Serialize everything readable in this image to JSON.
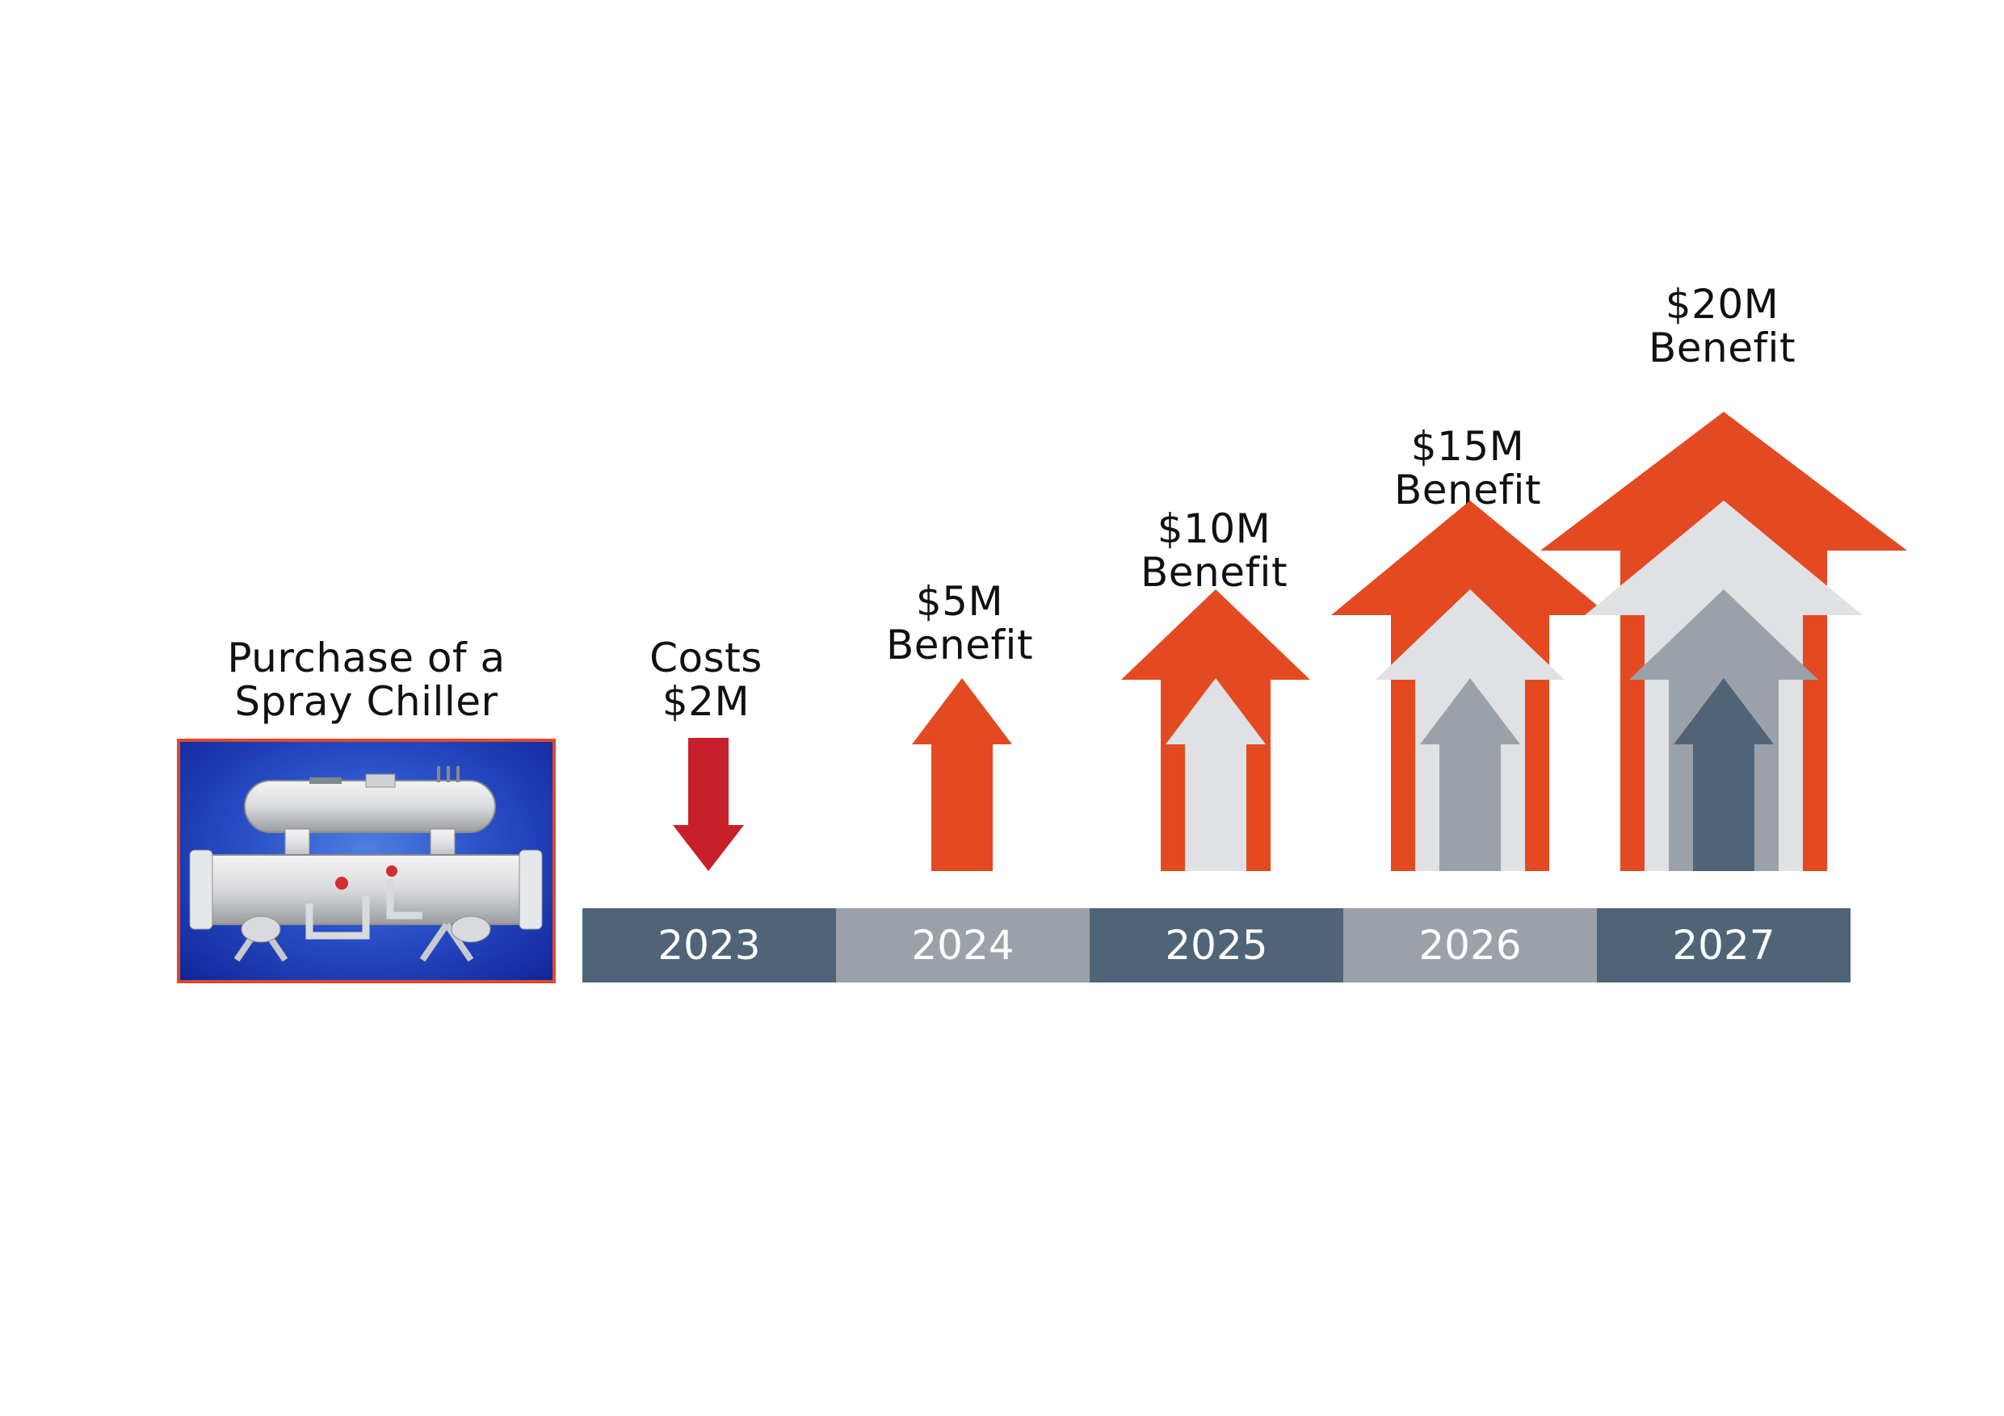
{
  "purchase": {
    "line1": "Purchase of a",
    "line2": "Spray Chiller",
    "image_label": "spray chiller photo",
    "photo_bg": "#2a50c8",
    "frame_color": "#e0482a"
  },
  "timeline": [
    {
      "year": "2023",
      "line1": "Costs",
      "line2": "$2M",
      "kind": "cost",
      "value_musd": -2
    },
    {
      "year": "2024",
      "line1": "$5M",
      "line2": "Benefit",
      "kind": "benefit",
      "value_musd": 5
    },
    {
      "year": "2025",
      "line1": "$10M",
      "line2": "Benefit",
      "kind": "benefit",
      "value_musd": 10
    },
    {
      "year": "2026",
      "line1": "$15M",
      "line2": "Benefit",
      "kind": "benefit",
      "value_musd": 15
    },
    {
      "year": "2027",
      "line1": "$20M",
      "line2": "Benefit",
      "kind": "benefit",
      "value_musd": 20
    }
  ],
  "colors": {
    "cost_arrow": "#c8202a",
    "layer_colors": [
      "#e34a22",
      "#dfe1e4",
      "#9ba1a9",
      "#4f6577"
    ],
    "year_bar_dark": "#4f6577",
    "year_bar_light": "#9ba1a9",
    "year_text": "#ffffff"
  }
}
